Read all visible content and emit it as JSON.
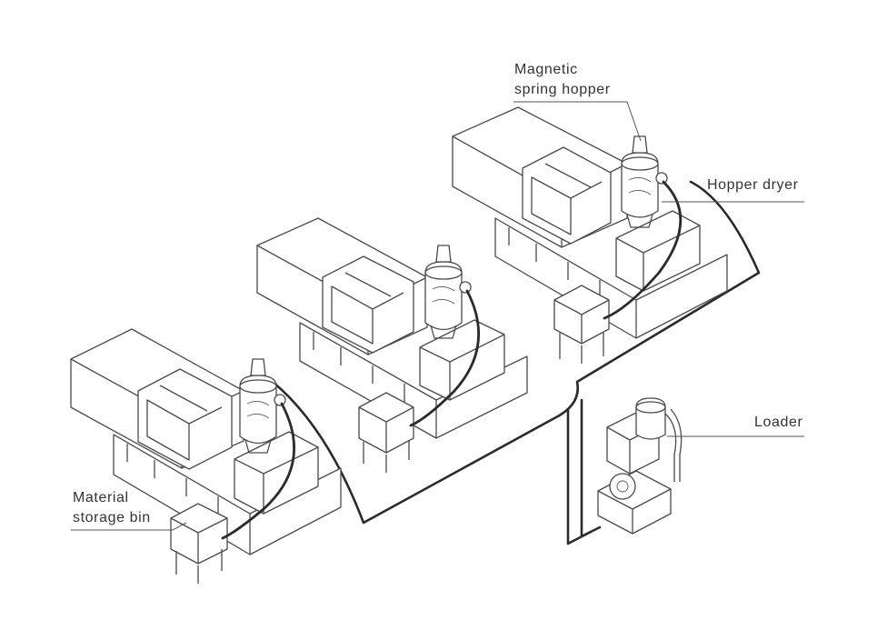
{
  "labels": {
    "magnetic_spring_hopper_line1": "Magnetic",
    "magnetic_spring_hopper_line2": "spring hopper",
    "hopper_dryer": "Hopper dryer",
    "loader": "Loader",
    "material_storage_bin_line1": "Material",
    "material_storage_bin_line2": "storage bin"
  },
  "colors": {
    "line": "#4a4a4a",
    "pipe": "#2b2b2b",
    "text": "#333333",
    "background": "#ffffff"
  }
}
